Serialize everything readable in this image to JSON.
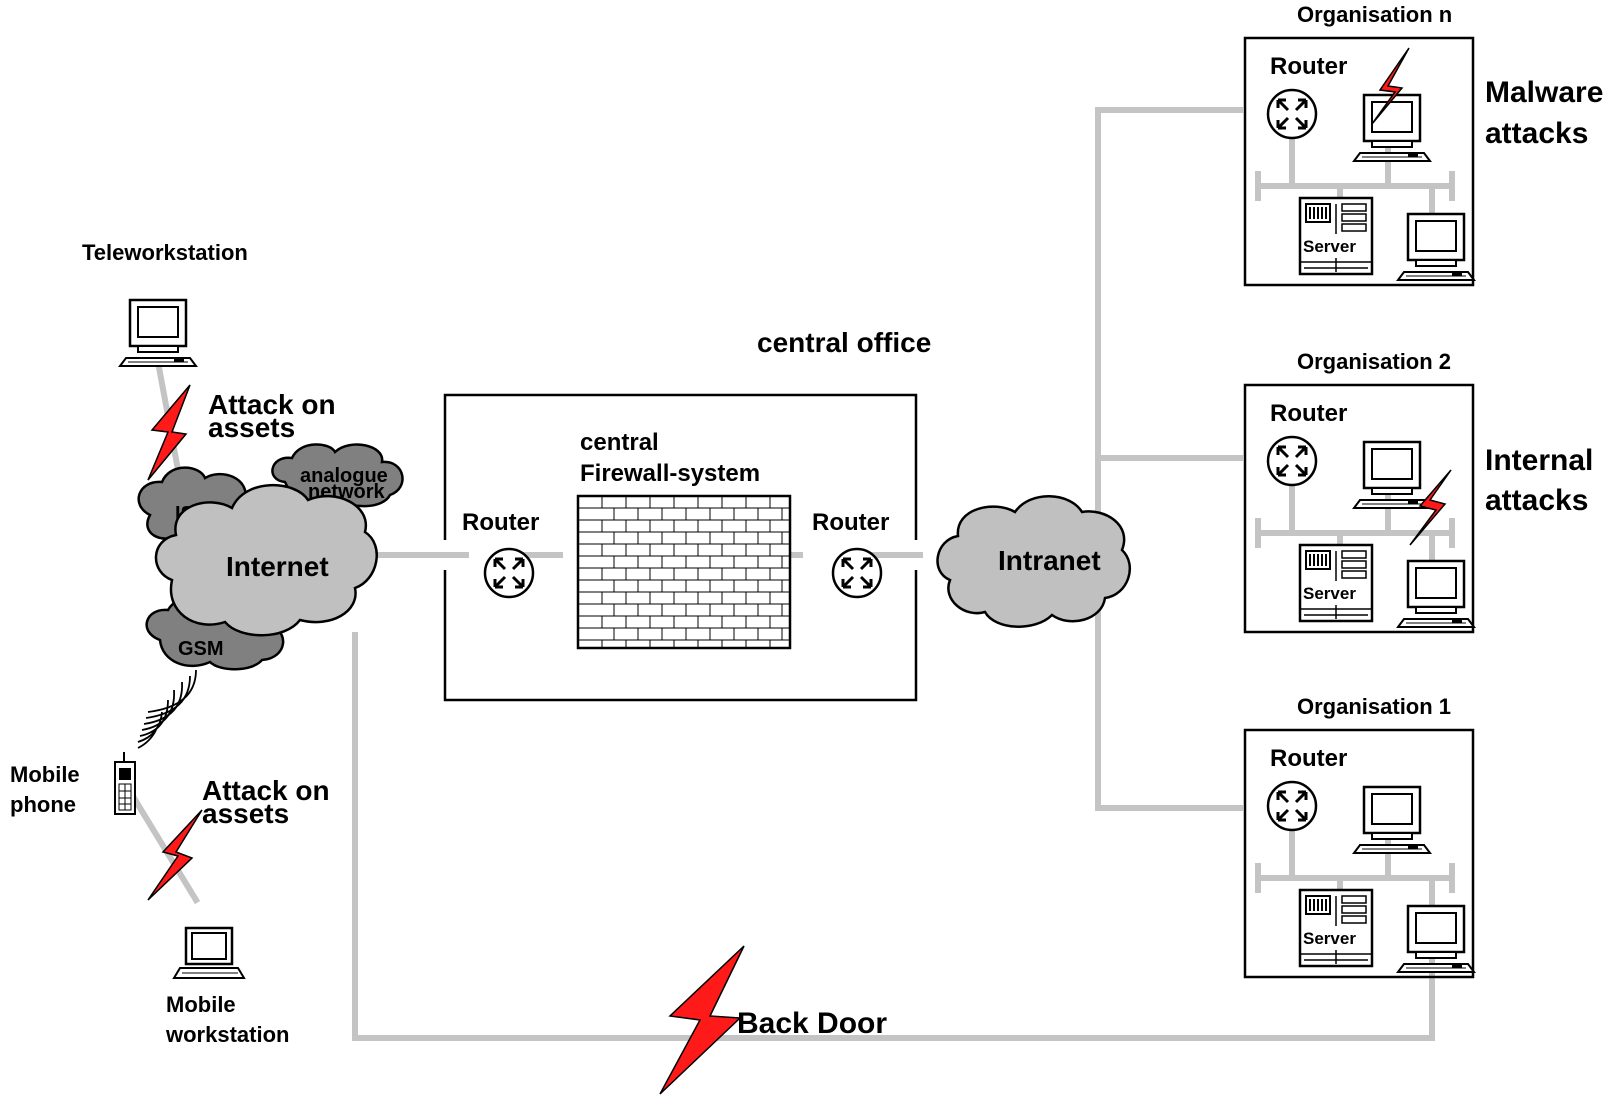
{
  "labels": {
    "teleworkstation": "Teleworkstation",
    "attack_on_assets_1_line1": "Attack on",
    "attack_on_assets_1_line2": "assets",
    "attack_on_assets_2_line1": "Attack on",
    "attack_on_assets_2_line2": "assets",
    "mobile_phone_line1": "Mobile",
    "mobile_phone_line2": "phone",
    "mobile_workstation_line1": "Mobile",
    "mobile_workstation_line2": "workstation",
    "central_office": "central office",
    "firewall_line1": "central",
    "firewall_line2": "Firewall-system",
    "router_left": "Router",
    "router_right": "Router",
    "back_door": "Back Door",
    "malware_attacks_line1": "Malware",
    "malware_attacks_line2": "attacks",
    "internal_attacks_line1": "Internal",
    "internal_attacks_line2": "attacks"
  },
  "clouds": {
    "internet": "Internet",
    "intranet": "Intranet",
    "isdn": "ISDN",
    "gsm": "GSM",
    "analogue_line1": "analogue",
    "analogue_line2": "network"
  },
  "organisations": [
    {
      "name": "Organisation n",
      "router": "Router",
      "server": "Server"
    },
    {
      "name": "Organisation 2",
      "router": "Router",
      "server": "Server"
    },
    {
      "name": "Organisation 1",
      "router": "Router",
      "server": "Server"
    }
  ],
  "colors": {
    "link": "#c4c4c4",
    "cloud_internet": "#c0c0c0",
    "cloud_secondary": "#808080",
    "attack_bolt": "#ff1a1a"
  },
  "icons": [
    "computer-icon",
    "router-icon",
    "server-icon",
    "mobile-phone-icon",
    "laptop-icon",
    "lightning-icon",
    "firewall-icon",
    "cloud-icon",
    "radio-waves-icon"
  ]
}
